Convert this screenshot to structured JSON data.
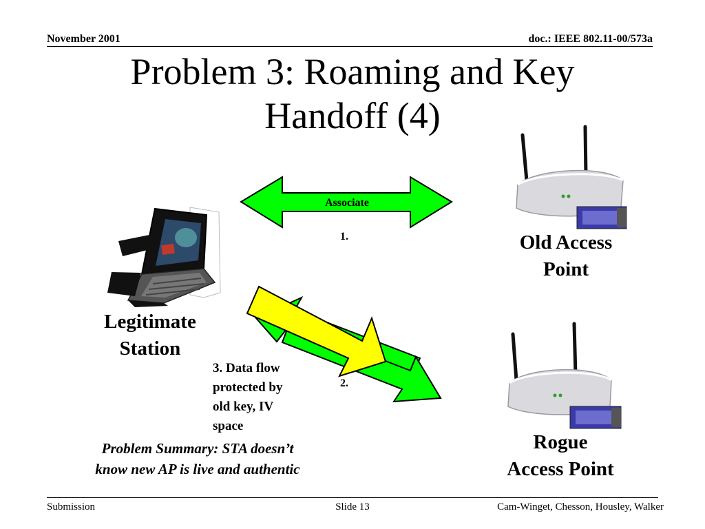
{
  "header": {
    "date": "November 2001",
    "doc": "doc.: IEEE 802.11-00/573a"
  },
  "title": {
    "line1": "Problem 3: Roaming and Key",
    "line2": "Handoff (4)"
  },
  "labels": {
    "legit_line1": "Legitimate",
    "legit_line2": "Station",
    "oldap_line1": "Old Access",
    "oldap_line2": "Point",
    "rogue_line1": "Rogue",
    "rogue_line2": "Access Point",
    "associate": "Associate",
    "step1": "1.",
    "step2": "2.",
    "dataflow_l1": "3. Data flow",
    "dataflow_l2": "protected by",
    "dataflow_l3": "old key, IV",
    "dataflow_l4": "space"
  },
  "summary": {
    "line1": "Problem Summary: STA doesn’t",
    "line2": "know new AP is live and authentic"
  },
  "footer": {
    "left": "Submission",
    "center": "Slide 13",
    "right": "Cam-Winget, Chesson, Housley, Walker"
  },
  "colors": {
    "arrow_green": "#00ff00",
    "arrow_yellow": "#ffff00",
    "card_blue": "#3a3aa8",
    "ap_body": "#d9d9de"
  },
  "icons": [
    "laptop-icon",
    "access-point-icon"
  ]
}
